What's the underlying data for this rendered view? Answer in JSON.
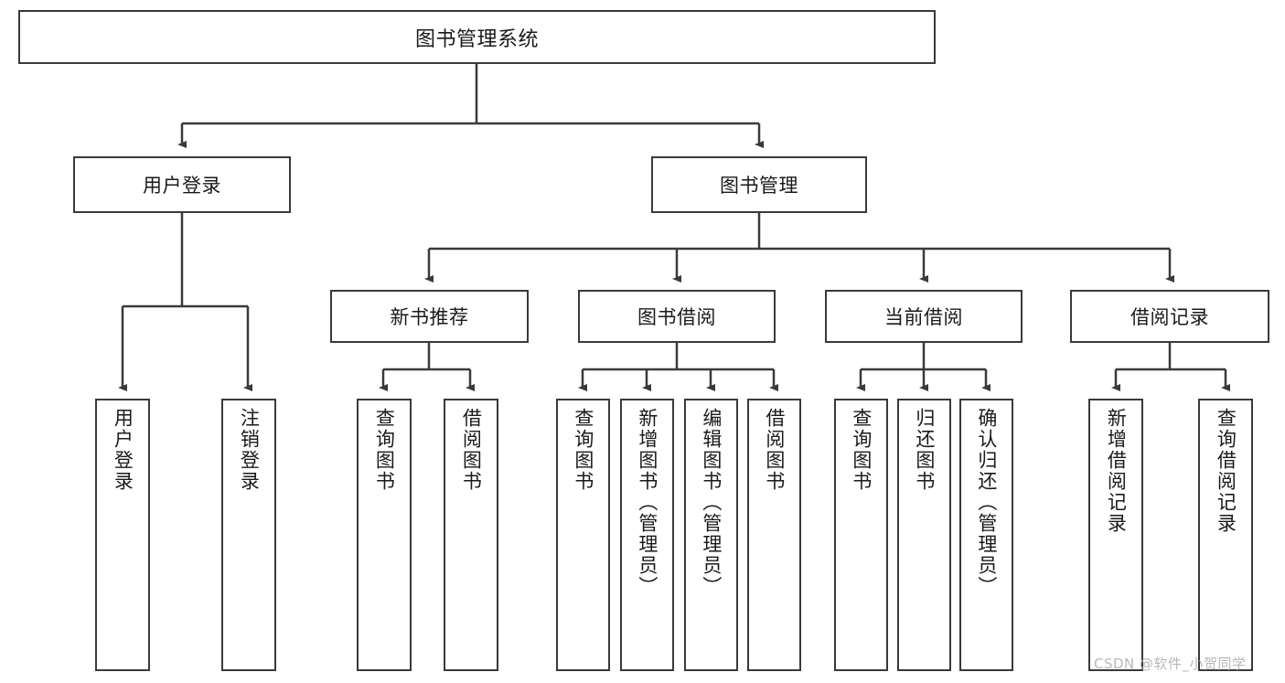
{
  "diagram": {
    "title": "图书管理系统",
    "type": "function-tree",
    "colors": {
      "box_border": "#3a3a3a",
      "box_fill": "#ffffff",
      "connector": "#3a3a3a",
      "text": "#1a1a1a",
      "watermark": "#b8b8b8",
      "background": "#ffffff"
    },
    "root": {
      "label": "图书管理系统"
    },
    "level2": [
      {
        "label": "用户登录"
      },
      {
        "label": "图书管理"
      }
    ],
    "level3": [
      {
        "label": "新书推荐"
      },
      {
        "label": "图书借阅"
      },
      {
        "label": "当前借阅"
      },
      {
        "label": "借阅记录"
      }
    ],
    "leaves": {
      "user_login": [
        {
          "label": "用户登录"
        },
        {
          "label": "注销登录"
        }
      ],
      "new_book_recommend": [
        {
          "label": "查询图书"
        },
        {
          "label": "借阅图书"
        }
      ],
      "book_borrow": [
        {
          "label": "查询图书"
        },
        {
          "label": "新增图书（管理员）"
        },
        {
          "label": "编辑图书（管理员）"
        },
        {
          "label": "借阅图书"
        }
      ],
      "current_borrow": [
        {
          "label": "查询图书"
        },
        {
          "label": "归还图书"
        },
        {
          "label": "确认归还（管理员）"
        }
      ],
      "borrow_record": [
        {
          "label": "新增借阅记录"
        },
        {
          "label": "查询借阅记录"
        }
      ]
    }
  },
  "watermark": {
    "text": "CSDN @软件_小贺同学"
  }
}
